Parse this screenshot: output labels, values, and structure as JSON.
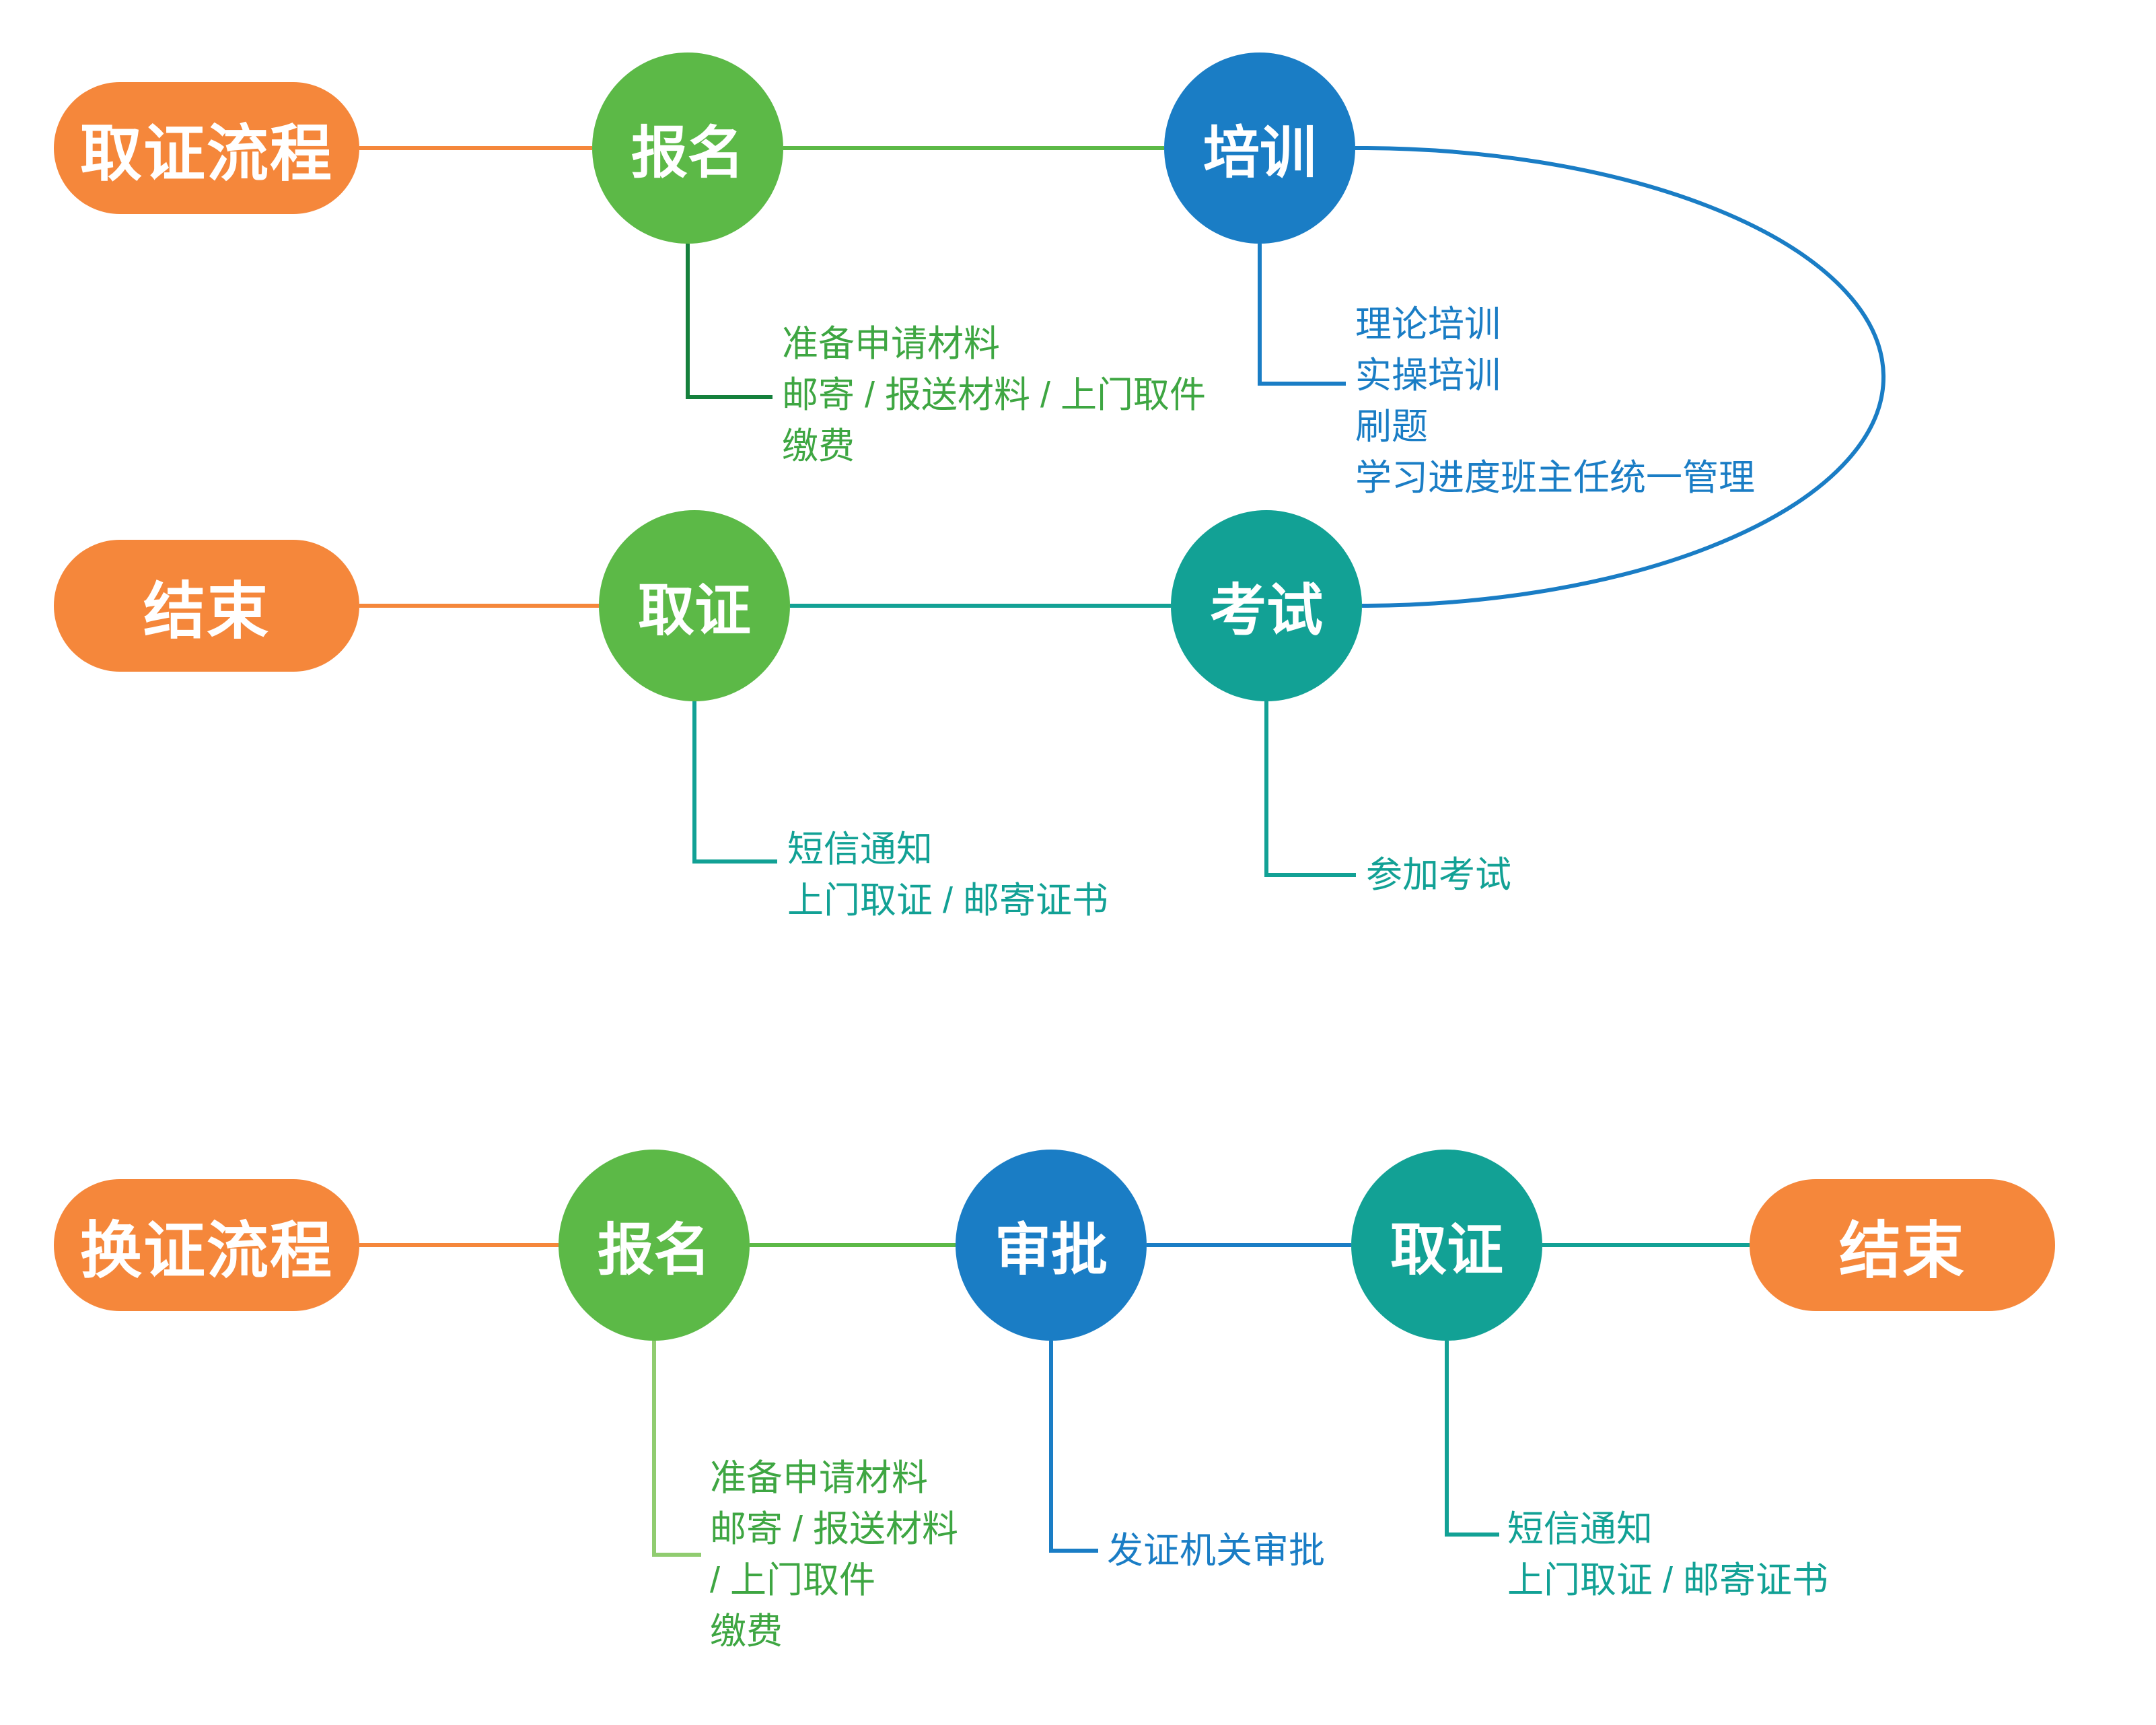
{
  "palette": {
    "orange": "#F5873B",
    "green": "#5CB947",
    "blue": "#1A7DC5",
    "teal": "#12A195",
    "darkgreen": "#15803C",
    "lightgreen": "#90CC70",
    "greentext": "#3EA642"
  },
  "flow1": {
    "start": "取证流程",
    "end": "结束",
    "baoming": {
      "label": "报名",
      "notes": [
        "准备申请材料",
        "邮寄 / 报送材料 / 上门取件",
        "缴费"
      ]
    },
    "peixun": {
      "label": "培训",
      "notes": [
        "理论培训",
        "实操培训",
        "刷题",
        "学习进度班主任统一管理"
      ]
    },
    "kaoshi": {
      "label": "考试",
      "notes": [
        "参加考试"
      ]
    },
    "quzheng": {
      "label": "取证",
      "notes": [
        "短信通知",
        "上门取证 / 邮寄证书"
      ]
    }
  },
  "flow2": {
    "start": "换证流程",
    "end": "结束",
    "baoming": {
      "label": "报名",
      "notes": [
        "准备申请材料",
        "邮寄 / 报送材料",
        "/ 上门取件",
        "缴费"
      ]
    },
    "shenpi": {
      "label": "审批",
      "notes": [
        "发证机关审批"
      ]
    },
    "quzheng": {
      "label": "取证",
      "notes": [
        "短信通知",
        "上门取证 / 邮寄证书"
      ]
    }
  }
}
